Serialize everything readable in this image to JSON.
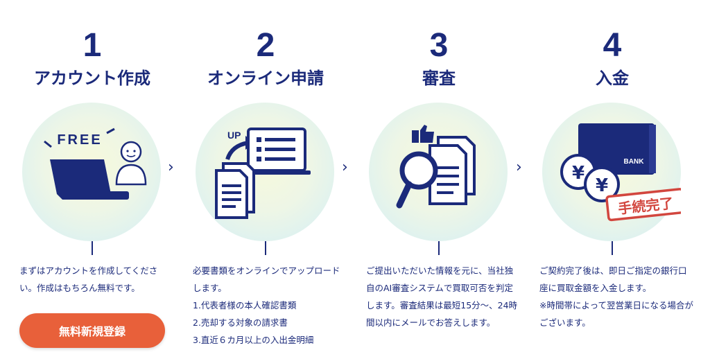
{
  "steps": [
    {
      "number": "1",
      "title": "アカウント作成",
      "badge": "FREE",
      "description": "まずはアカウントを作成してください。作成はもちろん無料です。"
    },
    {
      "number": "2",
      "title": "オンライン申請",
      "badge": "UP",
      "description": "必要書類をオンラインでアップロードします。\n1.代表者様の本人確認書類\n2.売却する対象の請求書\n3.直近６カ月以上の入出金明細"
    },
    {
      "number": "3",
      "title": "審査",
      "description": "ご提出いただいた情報を元に、当社独自のAI審査システムで買取可否を判定します。審査結果は最短15分〜、24時間以内にメールでお答えします。"
    },
    {
      "number": "4",
      "title": "入金",
      "bank_label": "BANK",
      "stamp": "手続完了",
      "description": "ご契約完了後は、即日ご指定の銀行口座に買取金額を入金します。\n※時間帯によって翌営業日になる場合がございます。"
    }
  ],
  "cta": {
    "label": "無料新規登録"
  },
  "icons": [
    "laptop-person-icon",
    "upload-document-icon",
    "magnifier-review-icon",
    "bank-yen-icon",
    "chevron-right-icon"
  ],
  "colors": {
    "primary": "#1b2a7a",
    "cta": "#e8603a",
    "stamp": "#d2463e"
  }
}
